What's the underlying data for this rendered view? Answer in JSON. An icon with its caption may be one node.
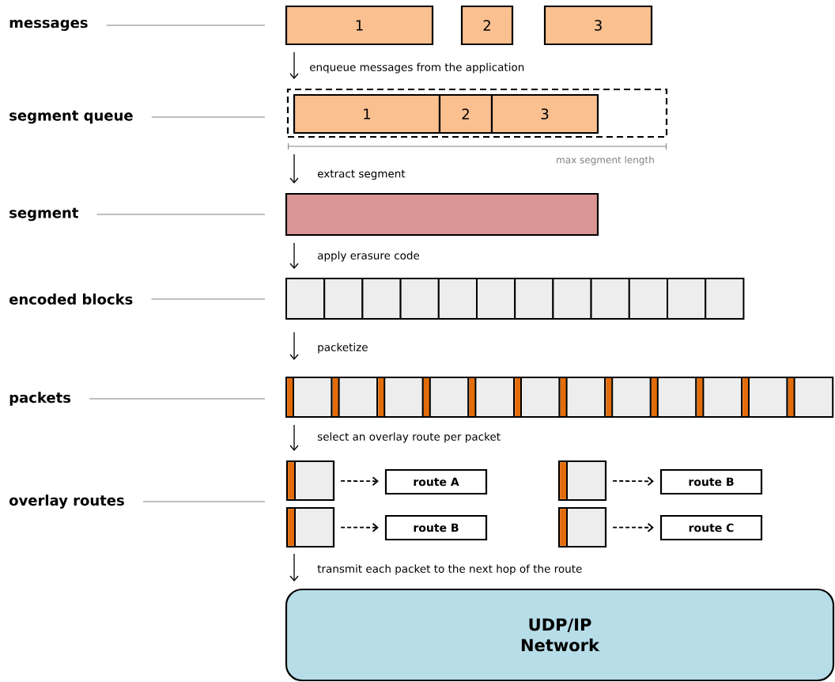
{
  "diagram": {
    "nodes": [
      {
        "text": [
          "messages"
        ]
      },
      {
        "text": [
          "segment queue"
        ]
      },
      {
        "text": [
          "segment"
        ]
      },
      {
        "text": [
          "encoded blocks"
        ]
      },
      {
        "text": [
          "packets"
        ]
      },
      {
        "text": [
          "overlay routes"
        ]
      },
      {
        "text": [
          "1"
        ]
      },
      {
        "text": [
          "2"
        ]
      },
      {
        "text": [
          "3"
        ]
      },
      {
        "text": [],
        "shape": "box"
      },
      {
        "text": [
          "1"
        ],
        "in": 9
      },
      {
        "text": [
          "2"
        ],
        "in": 9
      },
      {
        "text": [
          "3"
        ],
        "in": 9
      },
      {
        "text": [],
        "shape": "bar"
      },
      {
        "text": [],
        "shape": "box"
      },
      {
        "text": [],
        "shape": "box"
      },
      {
        "text": [],
        "shape": "box"
      },
      {
        "text": [],
        "shape": "box"
      },
      {
        "text": [
          "route A"
        ]
      },
      {
        "text": [
          "route B"
        ]
      },
      {
        "text": [
          "route B"
        ]
      },
      {
        "text": [
          "route C"
        ]
      },
      {
        "text": [
          "UDP/IP Network"
        ]
      }
    ],
    "edges": [
      {
        "from": 0,
        "to": null,
        "arrow": "none"
      },
      {
        "from": 1,
        "to": null,
        "arrow": "none"
      },
      {
        "from": 2,
        "to": null,
        "arrow": "none"
      },
      {
        "from": 3,
        "to": null,
        "arrow": "none"
      },
      {
        "from": 4,
        "to": null,
        "arrow": "none"
      },
      {
        "from": 5,
        "to": null,
        "arrow": "none"
      },
      {
        "from": 14,
        "to": 18,
        "arrow": "to",
        "style": "dashed",
        "color": "#000000"
      },
      {
        "from": 15,
        "to": 19,
        "arrow": "to",
        "style": "dashed",
        "color": "#000000"
      },
      {
        "from": 16,
        "to": 20,
        "arrow": "to",
        "style": "dashed",
        "color": "#000000"
      },
      {
        "from": 17,
        "to": 21,
        "arrow": "to",
        "style": "dashed",
        "color": "#000000"
      }
    ],
    "labels": [
      "enqueue messages from the application",
      "max segment length",
      "extract segment",
      "apply erasure code",
      "packetize",
      "select an overlay route per packet",
      "transmit each packet to the next hop of the route"
    ]
  }
}
